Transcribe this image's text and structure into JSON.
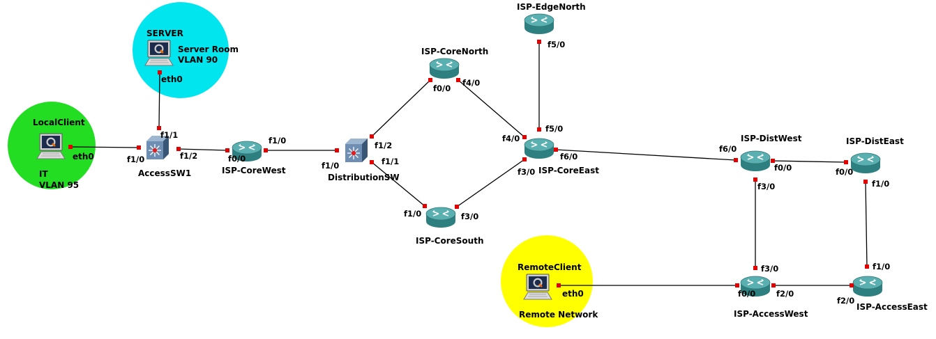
{
  "colors": {
    "server_zone": "#00e5ee",
    "it_zone": "#22dd22",
    "remote_zone": "#ffff00",
    "router_body": "#2e7f7f",
    "router_top": "#5ab0b0",
    "switch_body": "#5a7ca0",
    "port": "#e00000"
  },
  "zones": {
    "server": {
      "title": "SERVER",
      "line1": "Server Room",
      "line2": "VLAN 90"
    },
    "it": {
      "title": "LocalClient",
      "line1": "IT",
      "line2": "VLAN  95"
    },
    "remote": {
      "title": "RemoteClient",
      "line1": "Remote Network"
    }
  },
  "devices": {
    "server": {
      "icon": "pc-icon",
      "port": "eth0"
    },
    "local_client": {
      "icon": "pc-icon",
      "port": "eth0"
    },
    "remote_client": {
      "icon": "pc-icon",
      "port": "eth0"
    },
    "access_sw1": {
      "name": "AccessSW1",
      "icon": "switch-icon"
    },
    "distribution_sw": {
      "name": "DistributionSW",
      "icon": "switch-icon"
    },
    "isp_core_west": {
      "name": "ISP-CoreWest",
      "icon": "router-icon"
    },
    "isp_core_north": {
      "name": "ISP-CoreNorth",
      "icon": "router-icon"
    },
    "isp_core_south": {
      "name": "ISP-CoreSouth",
      "icon": "router-icon"
    },
    "isp_core_east": {
      "name": "ISP-CoreEast",
      "icon": "router-icon"
    },
    "isp_edge_north": {
      "name": "ISP-EdgeNorth",
      "icon": "router-icon"
    },
    "isp_dist_west": {
      "name": "ISP-DistWest",
      "icon": "router-icon"
    },
    "isp_dist_east": {
      "name": "ISP-DistEast",
      "icon": "router-icon"
    },
    "isp_access_west": {
      "name": "ISP-AccessWest",
      "icon": "router-icon"
    },
    "isp_access_east": {
      "name": "ISP-AccessEast",
      "icon": "router-icon"
    }
  },
  "ports": {
    "asw_f1_1": "f1/1",
    "asw_f1_0": "f1/0",
    "asw_f1_2": "f1/2",
    "cw_f0_0": "f0/0",
    "cw_f1_0": "f1/0",
    "dsw_f1_0": "f1/0",
    "dsw_f1_2": "f1/2",
    "dsw_f1_1": "f1/1",
    "cn_f0_0": "f0/0",
    "cn_f4_0": "f4/0",
    "cs_f1_0": "f1/0",
    "cs_f3_0": "f3/0",
    "ce_f4_0": "f4/0",
    "ce_f5_0": "f5/0",
    "ce_f6_0": "f6/0",
    "ce_f3_0": "f3/0",
    "en_f5_0": "f5/0",
    "dw_f6_0": "f6/0",
    "dw_f0_0": "f0/0",
    "dw_f3_0": "f3/0",
    "de_f0_0": "f0/0",
    "de_f1_0": "f1/0",
    "aw_f3_0": "f3/0",
    "aw_f0_0": "f0/0",
    "aw_f2_0": "f2/0",
    "ae_f1_0": "f1/0",
    "ae_f2_0": "f2/0"
  }
}
